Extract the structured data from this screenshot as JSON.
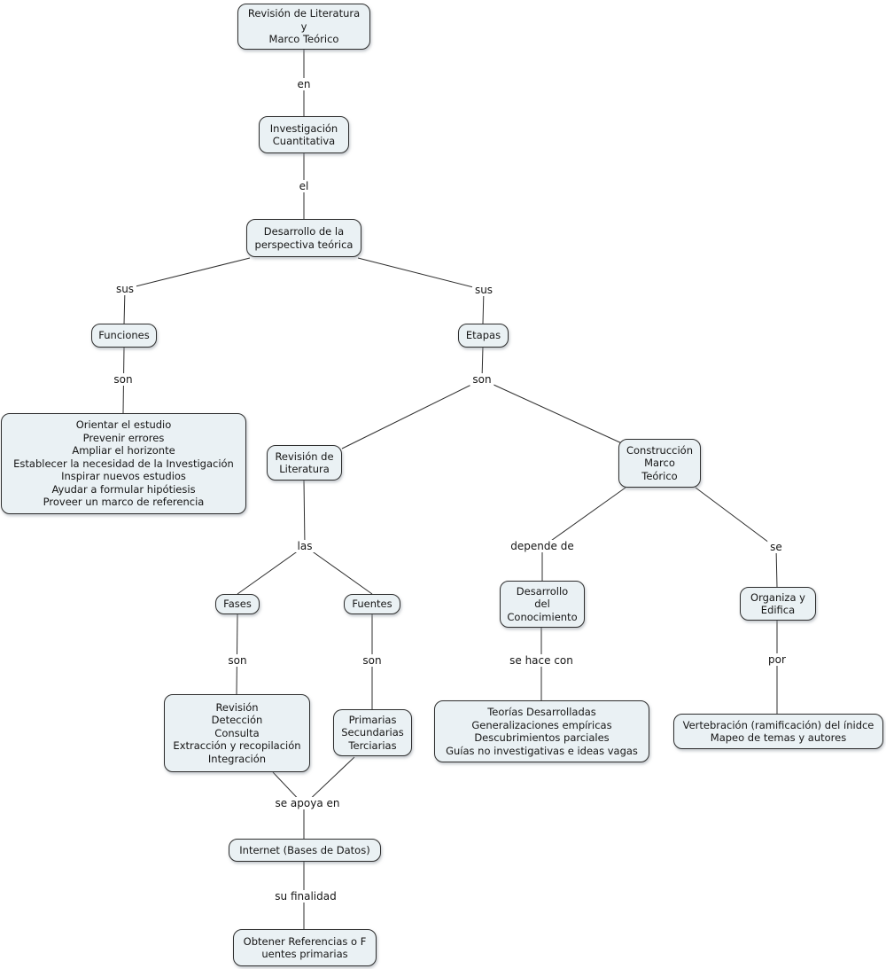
{
  "diagram": {
    "title": "Revisión de Literatura y Marco Teórico — mapa conceptual",
    "background_color": "#ffffff",
    "node_fill_color": "#eaf1f4",
    "node_border_color": "#2e2e2e",
    "line_color": "#2e2e2e",
    "text_color": "#151515"
  },
  "nodes": [
    {
      "id": "revision-literatura-marco-teorico",
      "label": "Revisión de Literatura\ny\nMarco Teórico"
    },
    {
      "id": "investigacion-cuantitativa",
      "label": "Investigación\nCuantitativa"
    },
    {
      "id": "desarrollo-perspectiva-teorica",
      "label": "Desarrollo de la\nperspectiva teórica"
    },
    {
      "id": "funciones",
      "label": "Funciones"
    },
    {
      "id": "etapas",
      "label": "Etapas"
    },
    {
      "id": "funciones-lista",
      "label": "Orientar el estudio\nPrevenir errores\nAmpliar el horizonte\nEstablecer la necesidad de la Investigación\nInspirar nuevos estudios\nAyudar a formular hipótiesis\nProveer un marco de referencia"
    },
    {
      "id": "revision-de-literatura",
      "label": "Revisión de\nLiteratura"
    },
    {
      "id": "construccion-marco-teorico",
      "label": "Construcción\nMarco\nTeórico"
    },
    {
      "id": "fases",
      "label": "Fases"
    },
    {
      "id": "fuentes",
      "label": "Fuentes"
    },
    {
      "id": "fases-lista",
      "label": "Revisión\nDetección\nConsulta\nExtracción y recopilación\nIntegración"
    },
    {
      "id": "fuentes-tipos",
      "label": "Primarias\nSecundarias\nTerciarias"
    },
    {
      "id": "desarrollo-del-conocimiento",
      "label": "Desarrollo\ndel\nConocimiento"
    },
    {
      "id": "conocimiento-lista",
      "label": "Teorías Desarrolladas\nGeneralizaciones empíricas\nDescubrimientos parciales\nGuías no investigativas e ideas vagas"
    },
    {
      "id": "organiza-y-edifica",
      "label": "Organiza  y\nEdifica"
    },
    {
      "id": "vertebracion-mapeo",
      "label": "Vertebración (ramificación) del ínidce\nMapeo de temas y autores"
    },
    {
      "id": "internet-bases-de-datos",
      "label": "Internet (Bases de Datos)"
    },
    {
      "id": "obtener-referencias",
      "label": "Obtener Referencias o F\nuentes primarias"
    }
  ],
  "link_labels": [
    {
      "id": "en",
      "label": "en"
    },
    {
      "id": "el",
      "label": "el"
    },
    {
      "id": "sus-funciones",
      "label": "sus"
    },
    {
      "id": "sus-etapas",
      "label": "sus"
    },
    {
      "id": "son-funciones",
      "label": "son"
    },
    {
      "id": "son-etapas",
      "label": "son"
    },
    {
      "id": "las",
      "label": "las"
    },
    {
      "id": "depende-de",
      "label": "depende de"
    },
    {
      "id": "se",
      "label": "se"
    },
    {
      "id": "son-fases",
      "label": "son"
    },
    {
      "id": "son-fuentes",
      "label": "son"
    },
    {
      "id": "se-hace-con",
      "label": "se hace con"
    },
    {
      "id": "por",
      "label": "por"
    },
    {
      "id": "se-apoya-en",
      "label": "se apoya en"
    },
    {
      "id": "su-finalidad",
      "label": "su finalidad"
    }
  ]
}
